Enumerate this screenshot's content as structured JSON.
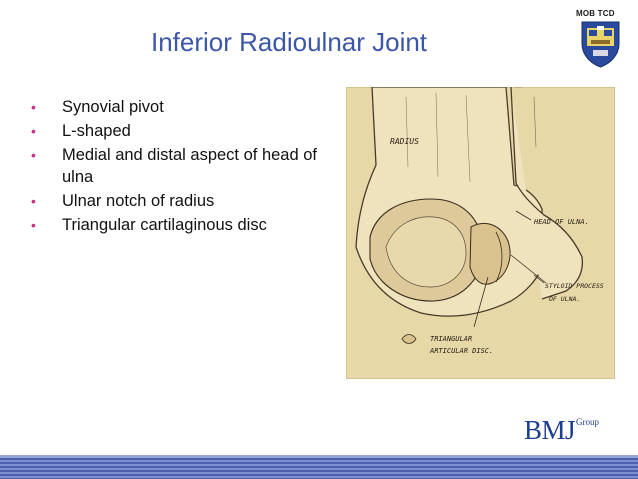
{
  "slide": {
    "title": "Inferior Radioulnar Joint",
    "badge": "MOB TCD",
    "bullets": [
      "Synovial pivot",
      "L-shaped",
      "Medial and distal aspect of head of ulna",
      "Ulnar notch of radius",
      "Triangular cartilaginous disc"
    ],
    "bullet_glyph": "•",
    "bullet_color": "#c4338a",
    "title_color": "#3c56a8"
  },
  "figure": {
    "labels": {
      "radius": "RADIUS",
      "head_of_ulna": "HEAD OF ULNA.",
      "styloid_1": "STYLOID PROCESS",
      "styloid_2": "OF ULNA.",
      "disc_1": "TRIANGULAR",
      "disc_2": "ARTICULAR DISC."
    }
  },
  "logo": {
    "text": "BMJ",
    "sup": "Group",
    "color": "#1b3e8f"
  }
}
